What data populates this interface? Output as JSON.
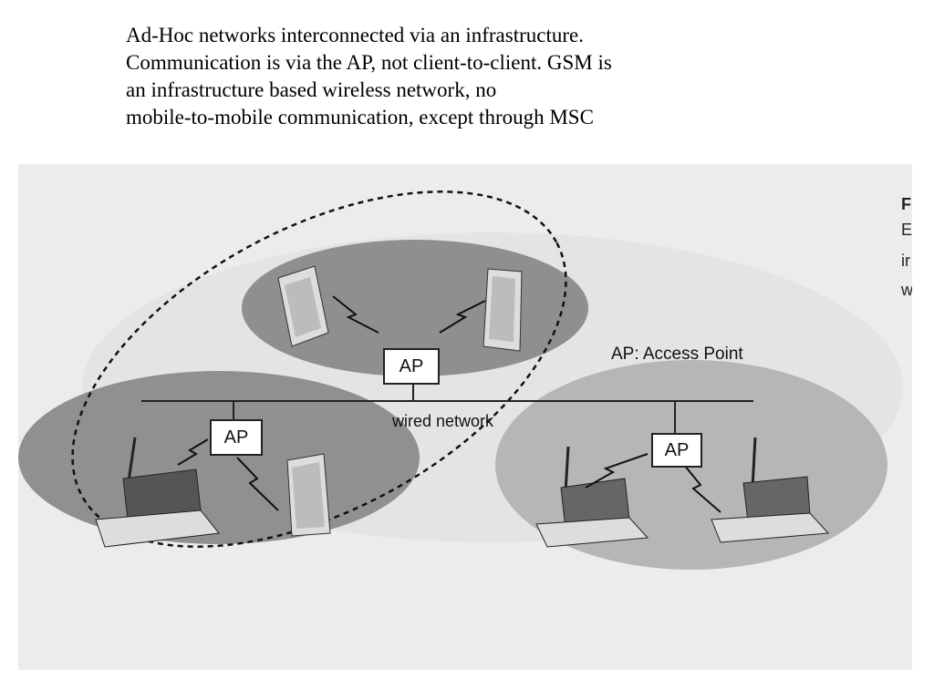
{
  "caption": {
    "lines": [
      "Ad-Hoc networks interconnected via an infrastructure.",
      "Communication is via the AP, not client-to-client. GSM is",
      "an infrastructure based wireless network, no",
      "mobile-to-mobile communication, except through MSC"
    ]
  },
  "diagram": {
    "ap_labels": [
      "AP",
      "AP",
      "AP"
    ],
    "access_point_legend": "AP: Access Point",
    "wired_network_label": "wired network",
    "side_text": [
      "F",
      "E",
      "ir",
      "w"
    ]
  },
  "colors": {
    "cell_fill": "#8c8c8c",
    "cell_fill_light": "#b4b4b4",
    "page_background": "#ececec",
    "ink": "#222222"
  }
}
